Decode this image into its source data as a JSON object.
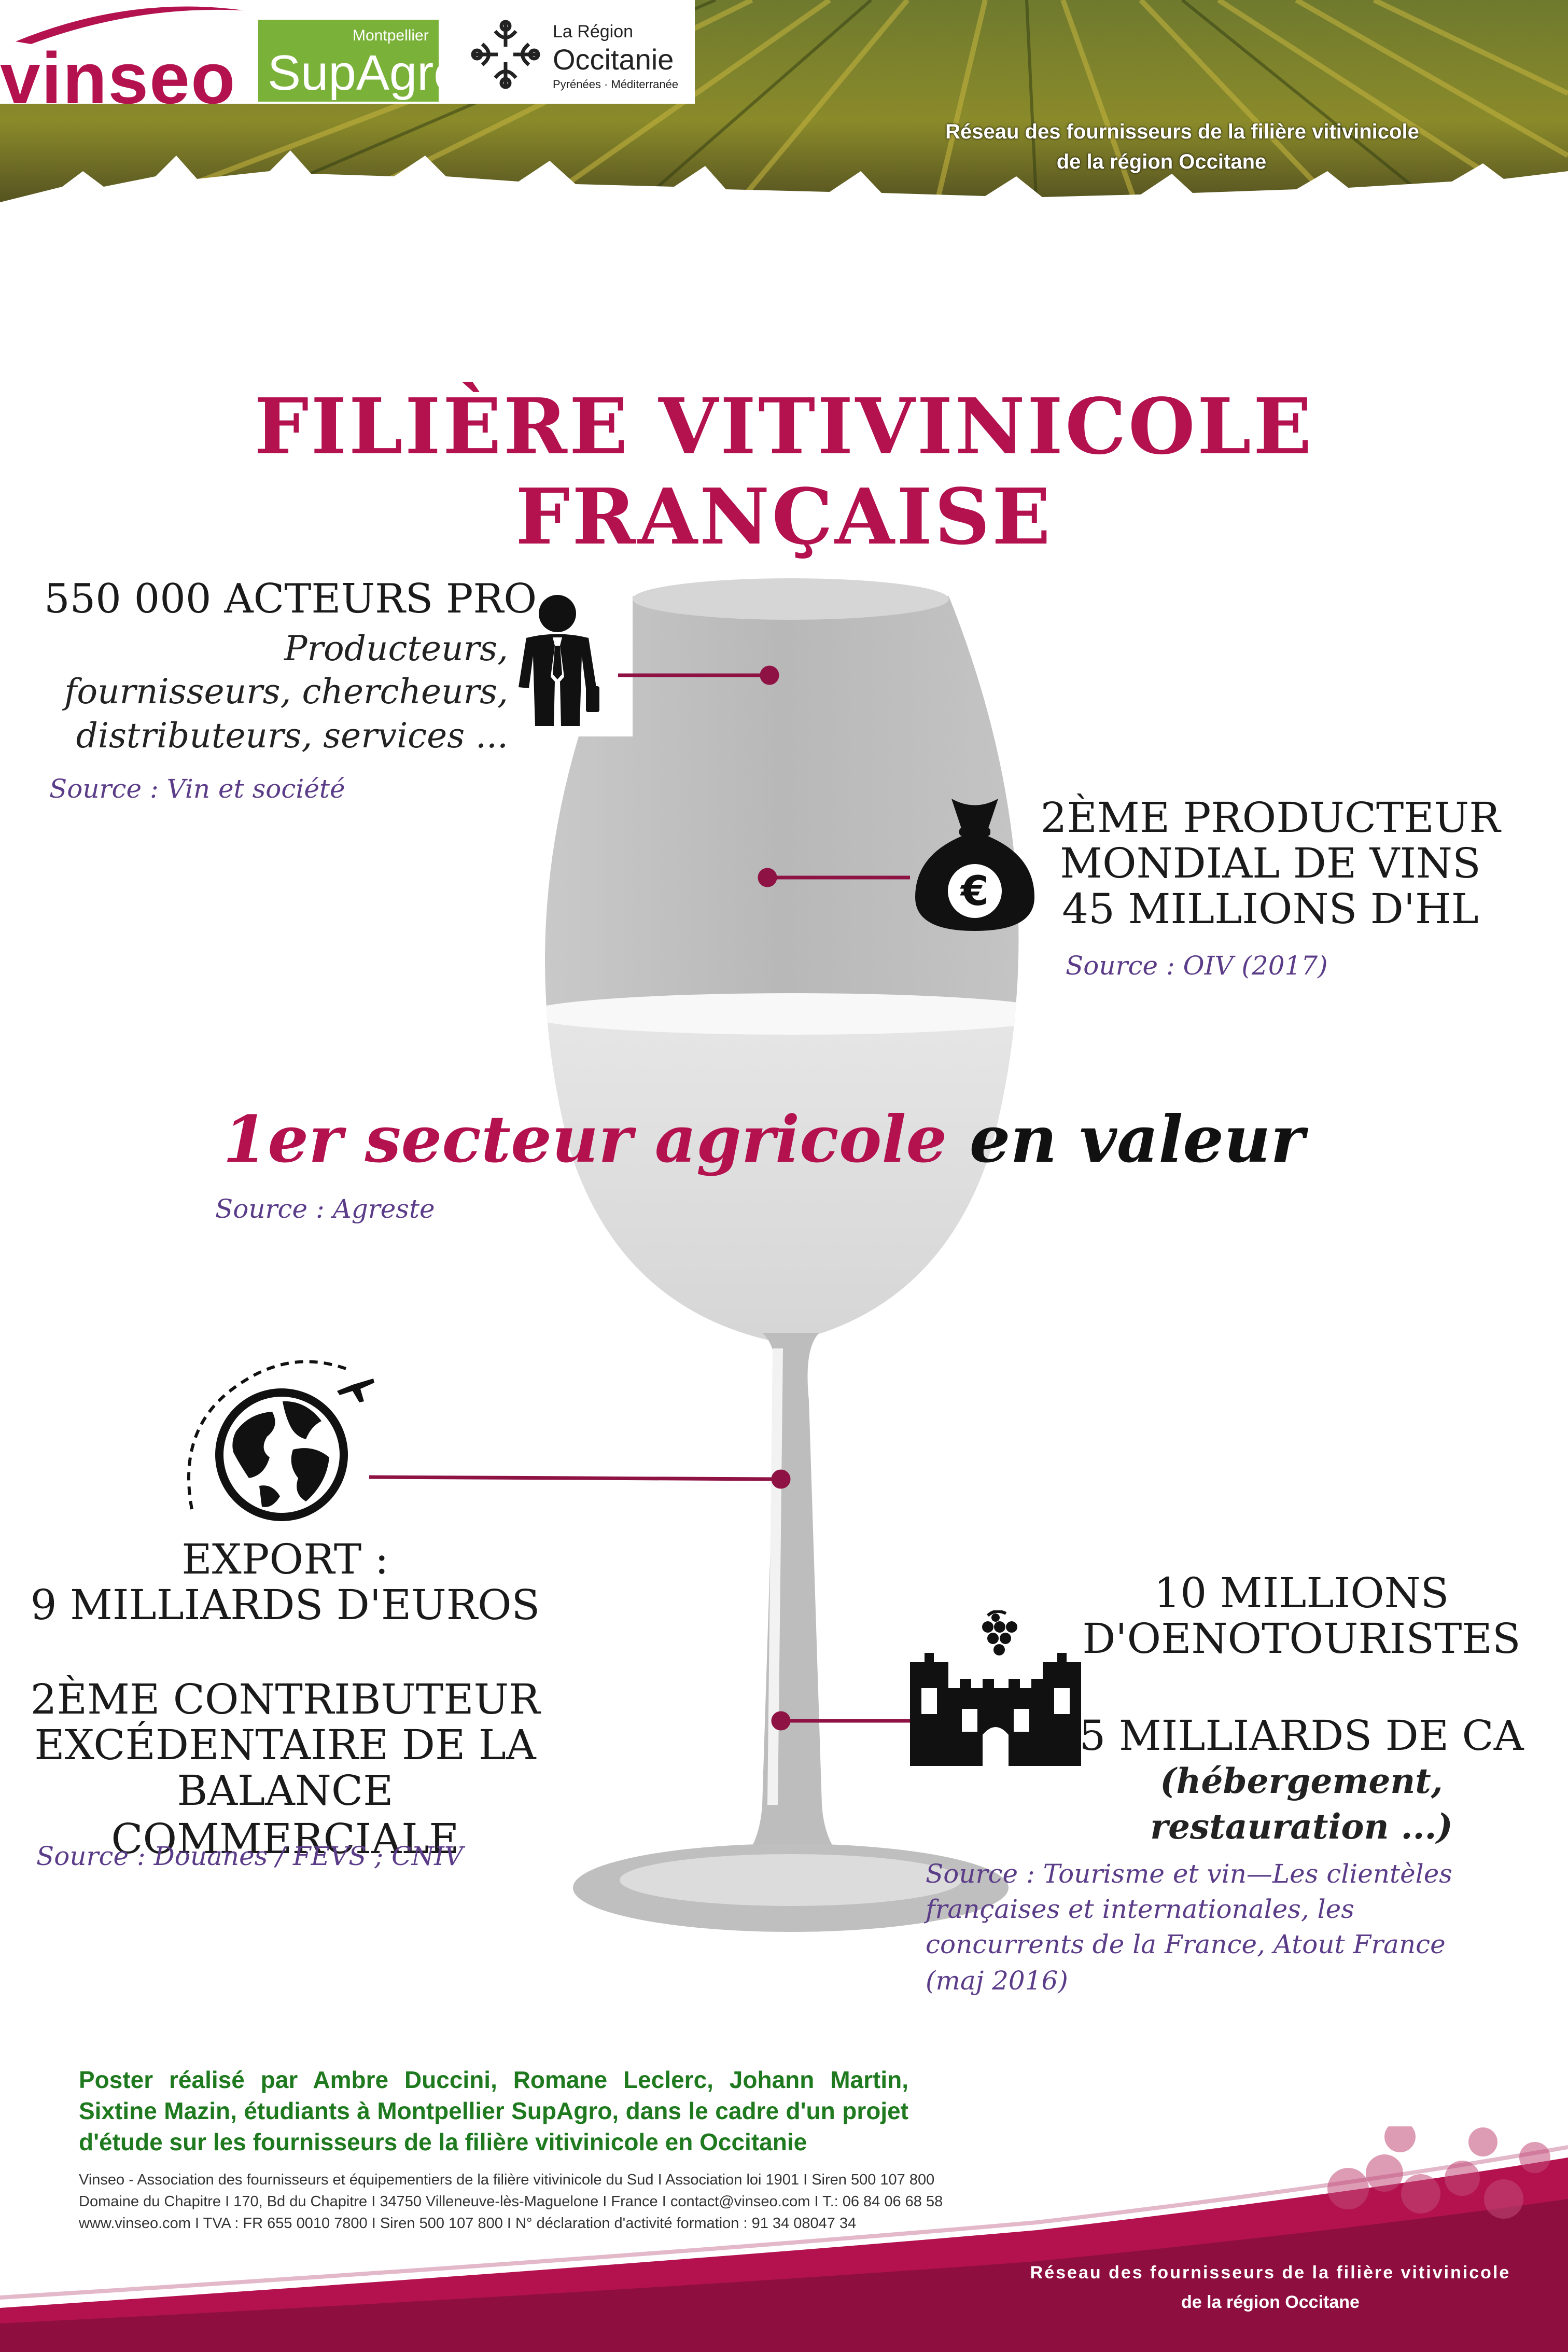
{
  "header": {
    "vinseo_logo": "vinseo",
    "supagro_small": "Montpellier",
    "supagro_main": "SupAgro",
    "region_line1": "La Région",
    "region_line2": "Occitanie",
    "region_line3": "Pyrénées · Méditerranée",
    "tagline_line1": "Réseau des fournisseurs de la filière vitivinicole",
    "tagline_line2": "de la région Occitane"
  },
  "title": "FILIÈRE VITIVINICOLE FRANÇAISE",
  "facts": {
    "actors": {
      "headline": "550 000 ACTEURS PRO :",
      "line1": "Producteurs,",
      "line2": "fournisseurs, chercheurs,",
      "line3": "distributeurs, services ...",
      "source": "Source : Vin et société",
      "icon": "businessman-icon"
    },
    "producer": {
      "line1": "2ÈME PRODUCTEUR",
      "line2": "MONDIAL DE VINS",
      "line3": "45 MILLIONS D'HL",
      "source": "Source : OIV (2017)",
      "icon": "money-bag-euro-icon"
    },
    "sector": {
      "highlight": "1er secteur agricole",
      "rest": "en valeur",
      "source": "Source : Agreste"
    },
    "export": {
      "line1": "EXPORT :",
      "line2": "9 MILLIARDS D'EUROS",
      "line3": "2ÈME CONTRIBUTEUR",
      "line4": "EXCÉDENTAIRE DE LA",
      "line5": "BALANCE COMMERCIALE",
      "source": "Source : Douanes / FEVS ; CNIV",
      "icon": "globe-airplane-icon"
    },
    "tourism": {
      "line1": "10 MILLIONS",
      "line2": "D'OENOTOURISTES",
      "line3": "5 MILLIARDS DE CA",
      "line4": "(hébergement,",
      "line5": "restauration ...)",
      "source1": "Source : Tourisme et vin—Les clientèles",
      "source2": "françaises et internationales, les",
      "source3": "concurrents de la France, Atout France",
      "source4": "(maj 2016)",
      "icon": "chateau-grapes-icon"
    }
  },
  "footer": {
    "credit1": "Poster réalisé par Ambre Duccini, Romane Leclerc, Johann Martin,",
    "credit2": "Sixtine Mazin, étudiants à Montpellier SupAgro, dans le cadre d'un projet",
    "credit3": "d'étude sur les fournisseurs de la filière vitivinicole en Occitanie",
    "legal1": "Vinseo - Association des fournisseurs et équipementiers de la filière vitivinicole du Sud I Association loi 1901 I Siren 500 107 800",
    "legal2": "Domaine du Chapitre I 170, Bd du Chapitre I 34750 Villeneuve-lès-Maguelone I France I contact@vinseo.com I T.: 06 84 06 68 58",
    "legal3": "www.vinseo.com I TVA : FR 655 0010 7800 I Siren 500 107 800 I N° déclaration d'activité formation : 91 34 08047 34",
    "tagline1": "Réseau des fournisseurs de la filière vitivinicole",
    "tagline2": "de la région Occitane"
  },
  "colors": {
    "brand": "#b3124f",
    "supagro": "#7ab239",
    "source_text": "#5b3c88",
    "credit_text": "#1f7a1f"
  }
}
